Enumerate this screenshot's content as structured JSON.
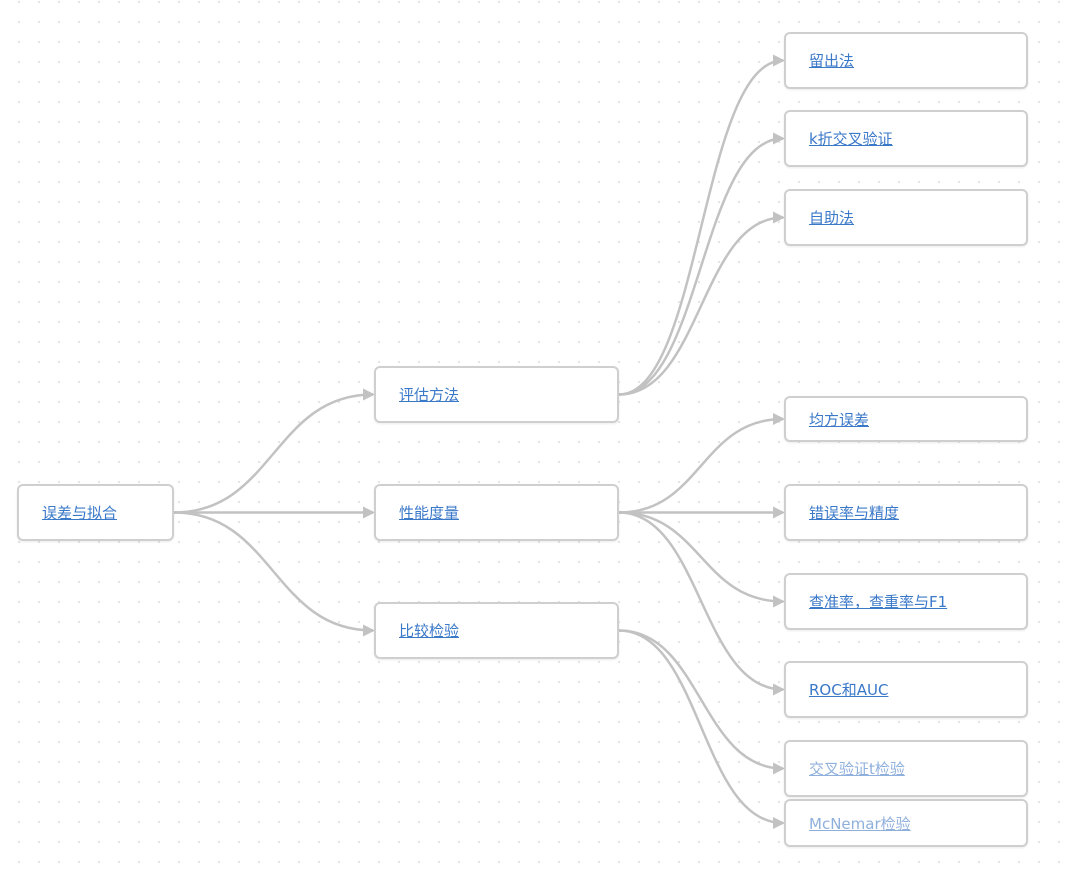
{
  "mindmap": {
    "root": {
      "label": "误差与拟合"
    },
    "branches": [
      {
        "label": "评估方法",
        "children": [
          {
            "label": "留出法"
          },
          {
            "label": "k折交叉验证"
          },
          {
            "label": "自助法"
          }
        ]
      },
      {
        "label": "性能度量",
        "children": [
          {
            "label": "均方误差"
          },
          {
            "label": "错误率与精度"
          },
          {
            "label": "查准率，查重率与F1"
          },
          {
            "label": "ROC和AUC"
          }
        ]
      },
      {
        "label": "比较检验",
        "children": [
          {
            "label": "交叉验证t检验"
          },
          {
            "label": "McNemar检验"
          }
        ]
      }
    ]
  },
  "colors": {
    "edge": "#c2c2c2",
    "link": "#3a78c8",
    "link_faded": "#8fb0dc",
    "node_border": "#cfcfcf"
  }
}
